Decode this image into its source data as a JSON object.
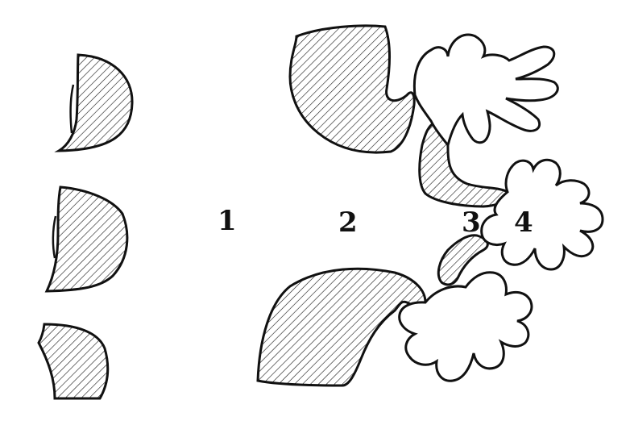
{
  "labels": {
    "one": "1",
    "two": "2",
    "three": "3",
    "four": "4"
  },
  "colors": {
    "ink": "#111111",
    "paper": "#ffffff"
  }
}
